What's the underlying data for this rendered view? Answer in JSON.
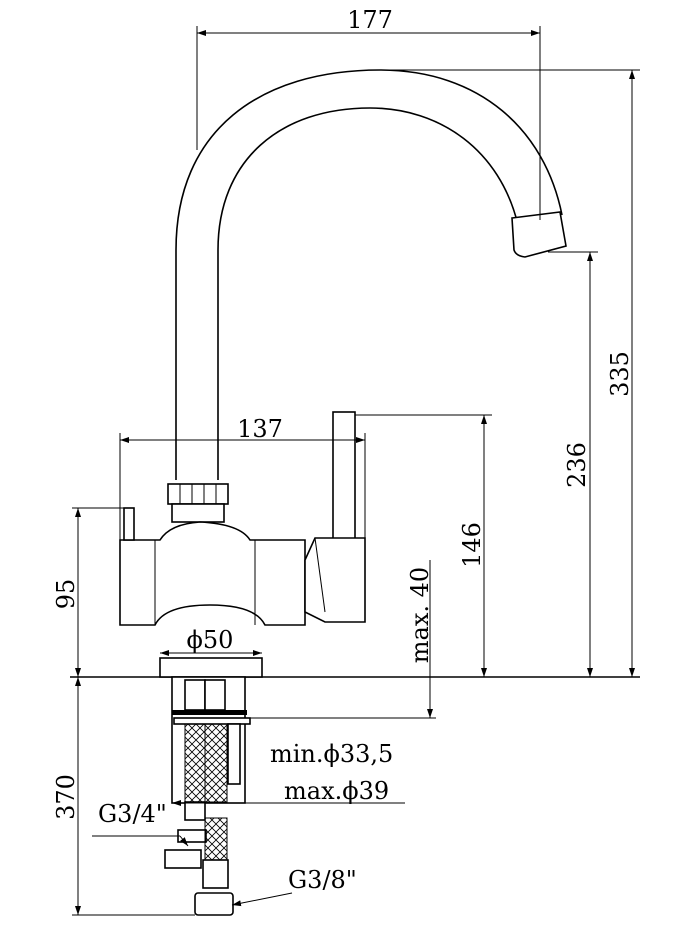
{
  "title": "Faucet technical drawing",
  "dimensions": {
    "spout_reach": "177",
    "overall_height": "335",
    "spout_outlet_height": "236",
    "handle_height": "146",
    "body_width": "137",
    "body_height": "95",
    "base_diameter": "ϕ50",
    "max_counter_thickness": "max. 40",
    "hole_min": "min.ϕ33,5",
    "hole_max": "max.ϕ39",
    "hose_length": "370",
    "inlet_thread": "G3/4\"",
    "hose_thread": "G3/8\""
  }
}
